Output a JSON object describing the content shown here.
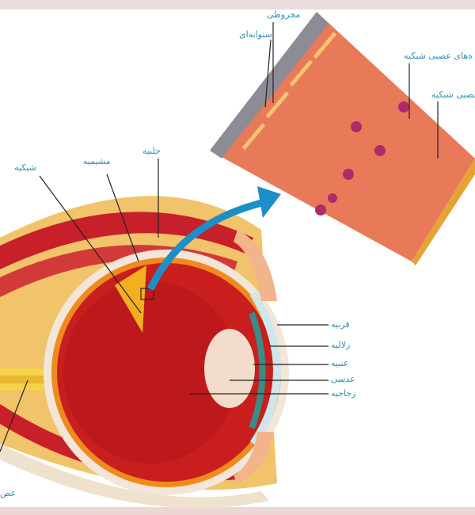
{
  "labels": {
    "cone": "مخروطی",
    "rod": "استوانه‌ای",
    "retinal_neurons": "ه‌های عصبی شبکیه",
    "retinal_nerve": "عصبی شبکیه",
    "sclera": "حلبیه",
    "choroid": "مشیمیه",
    "retina": "شبکیه",
    "cornea": "قرنیه",
    "aqueous": "زلالیه",
    "iris": "عنبیه",
    "lens": "عدسی",
    "vitreous": "زجاجیه",
    "optic_nerve": "عص"
  },
  "colors": {
    "label": "#2e8fb5",
    "arrow": "#1d8fc8",
    "eyeball": "#c81e1e",
    "sclera": "#f1e6d8",
    "fat": "#f1b84a"
  }
}
